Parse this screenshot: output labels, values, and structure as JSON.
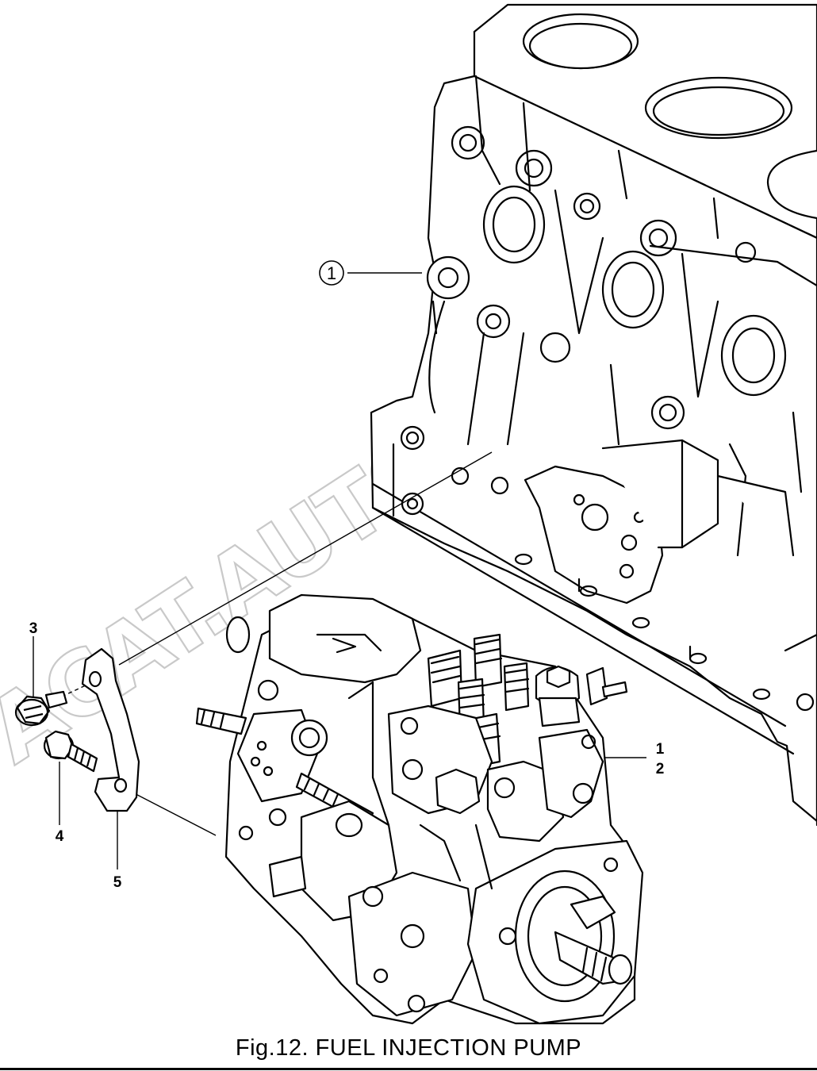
{
  "figure": {
    "caption": "Fig.12.  FUEL INJECTION PUMP",
    "watermark": "ACAT.AUTODEALER.RU"
  },
  "callouts": {
    "block": "1",
    "pump_1": "1",
    "pump_2": "2",
    "item_3": "3",
    "item_4": "4",
    "item_5": "5"
  }
}
